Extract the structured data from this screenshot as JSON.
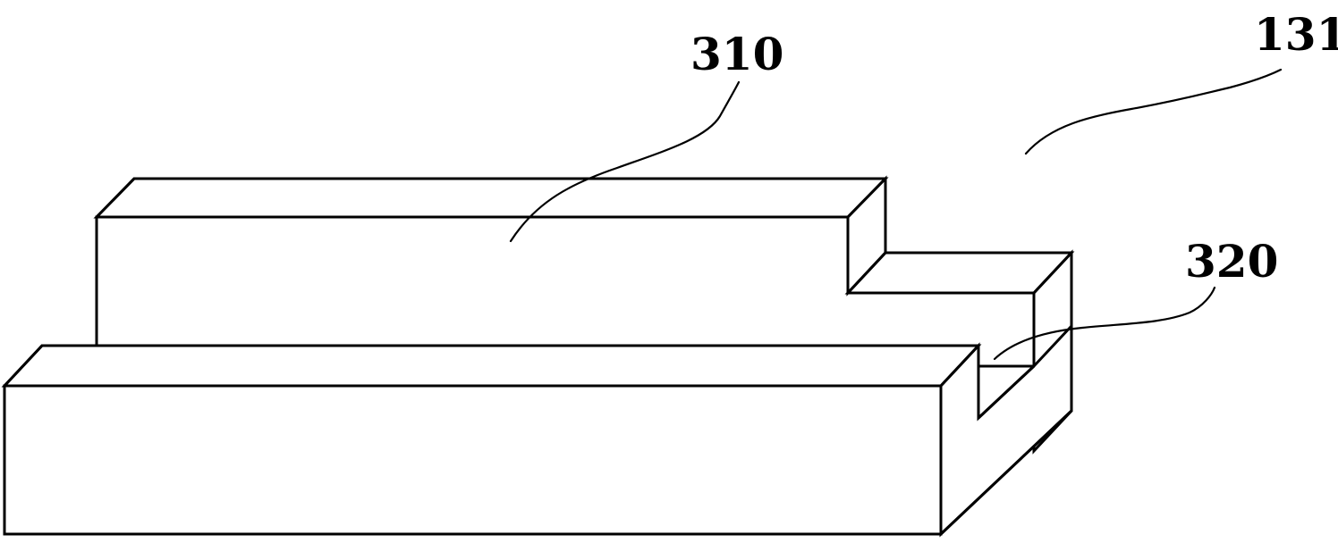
{
  "labels": {
    "assembly": "131",
    "upper_block": "310",
    "groove": "320"
  },
  "colors": {
    "line": "#000000",
    "background": "#ffffff"
  }
}
